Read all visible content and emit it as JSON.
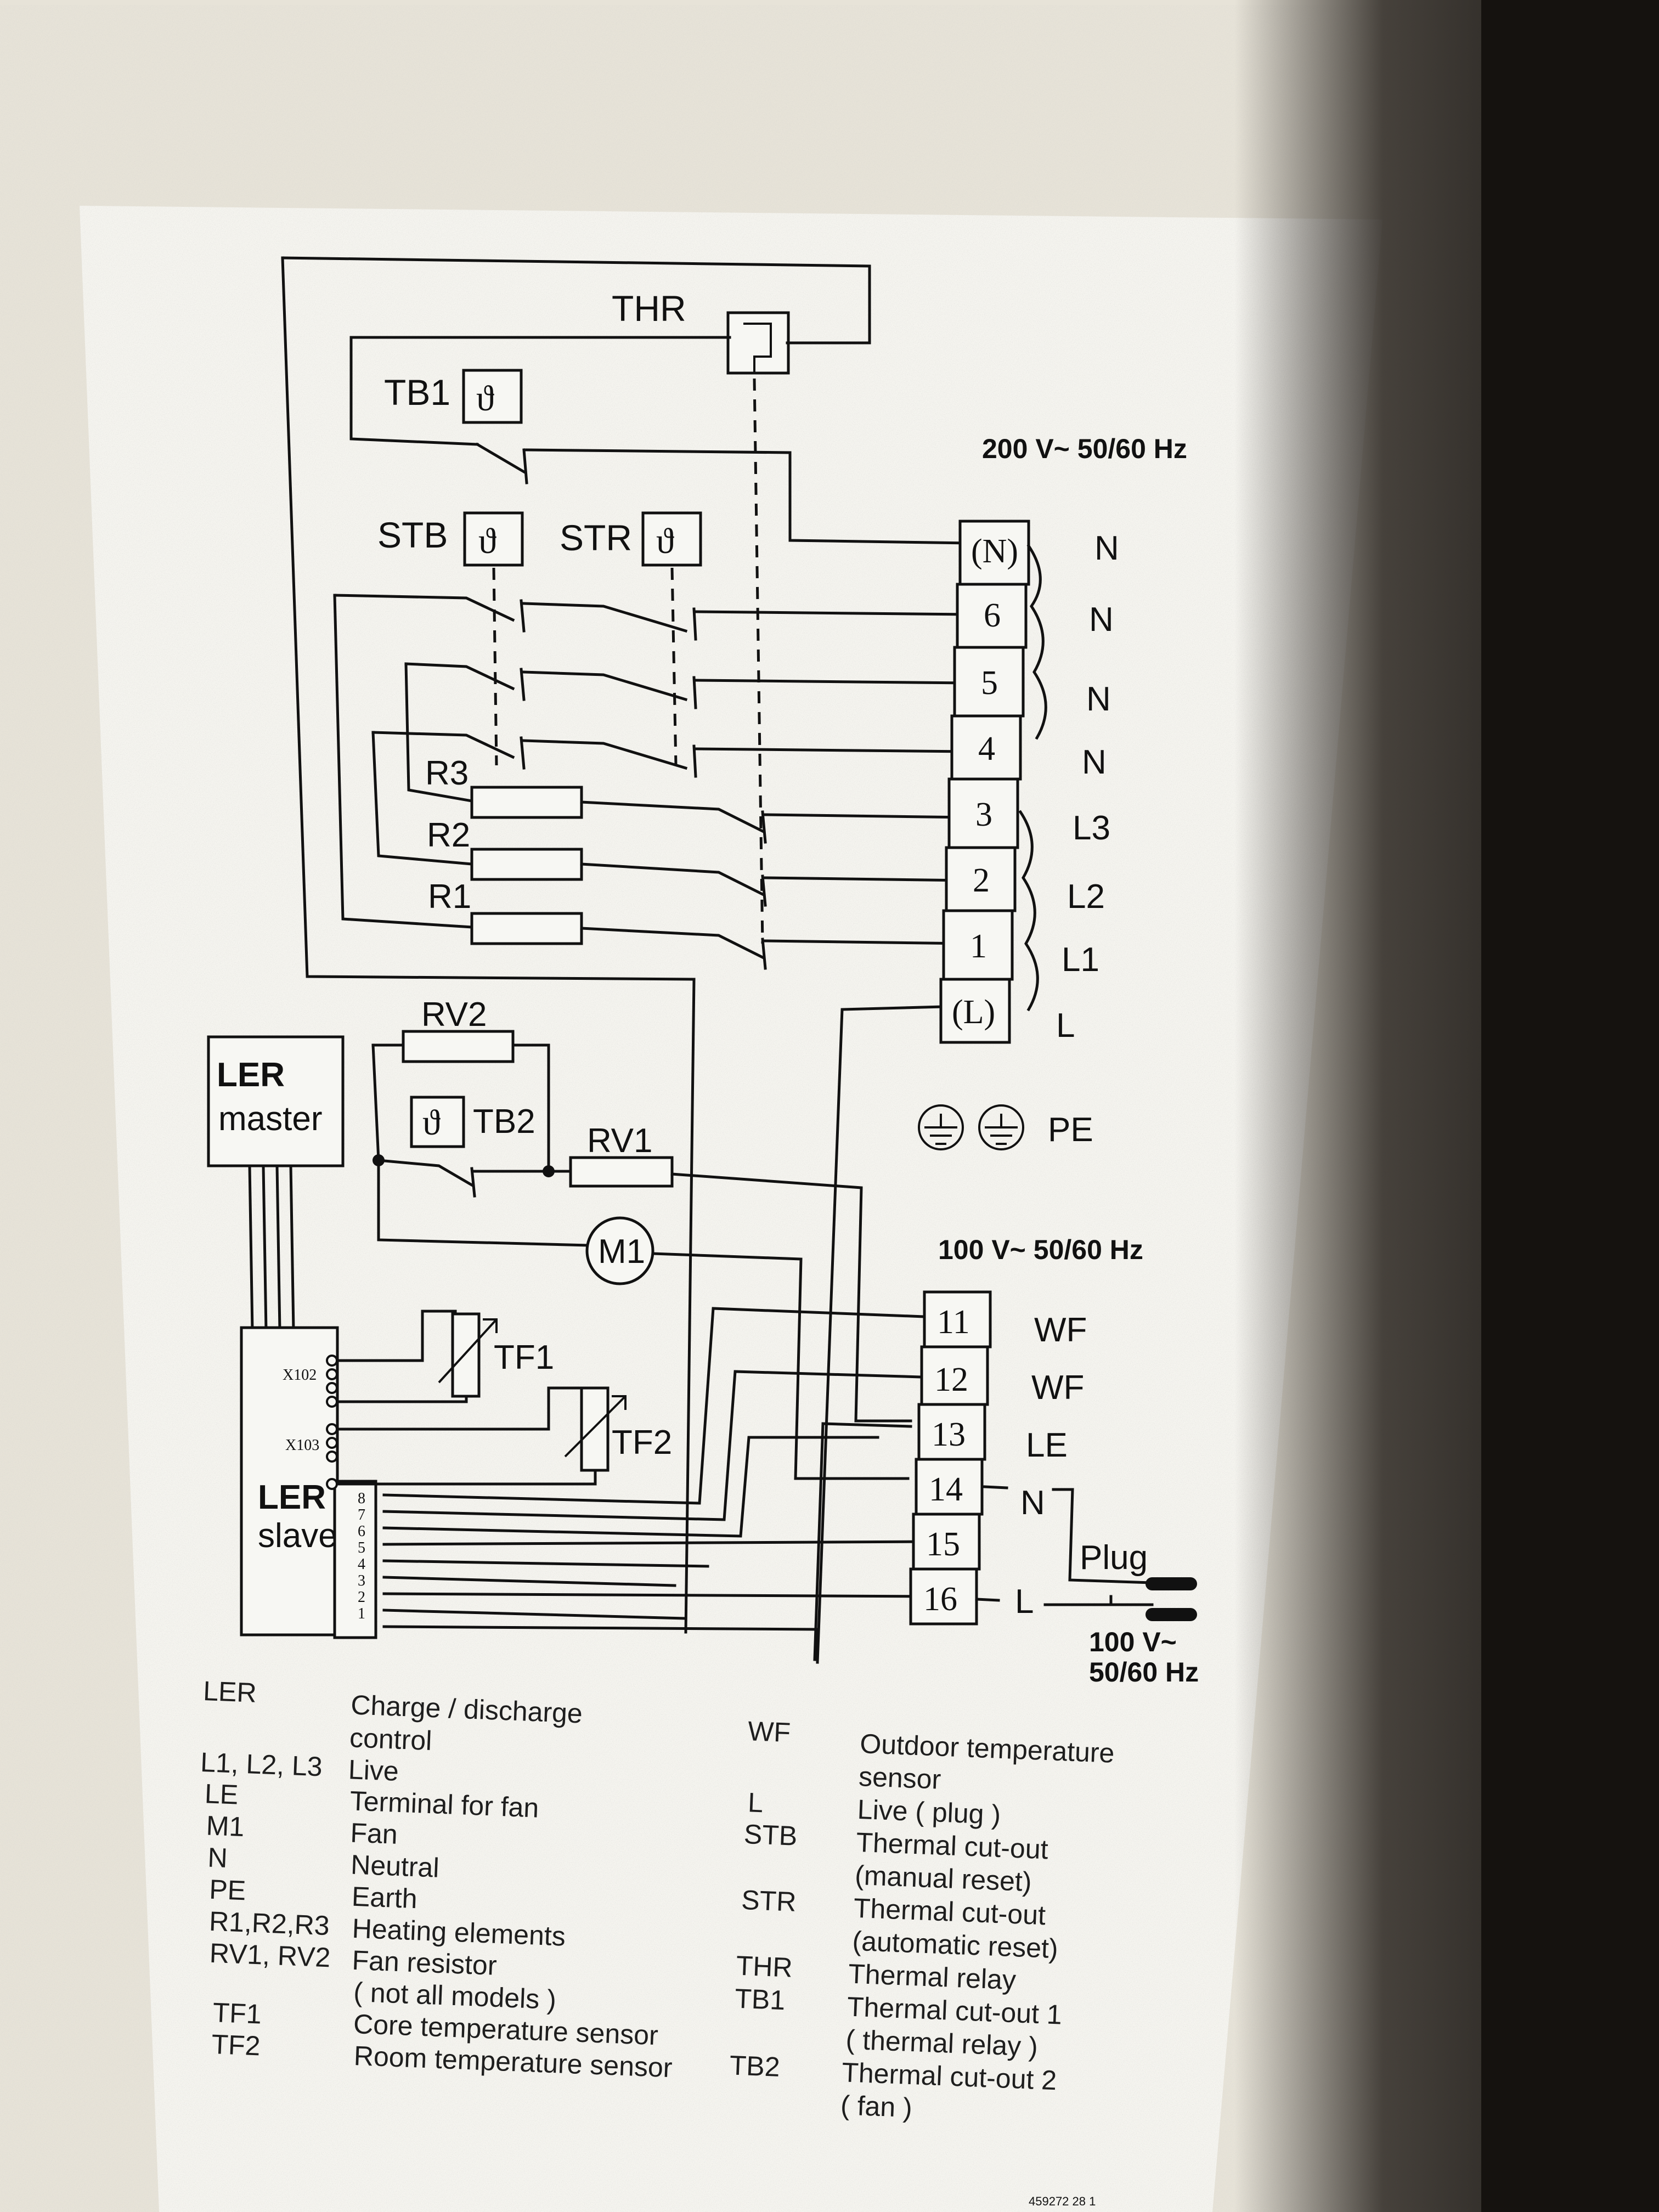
{
  "diagram": {
    "components": {
      "thr": "THR",
      "tb1": "TB1",
      "stb": "STB",
      "str": "STR",
      "r3": "R3",
      "r2": "R2",
      "r1": "R1",
      "rv2": "RV2",
      "rv1": "RV1",
      "tb2": "TB2",
      "m1": "M1",
      "tf1": "TF1",
      "tf2": "TF2",
      "ler_master_1": "LER",
      "ler_master_2": "master",
      "ler_slave_1": "LER",
      "ler_slave_2": "slave",
      "x102": "X102",
      "x103": "X103",
      "thermostat_symbol": "ϑ",
      "pins": [
        "8",
        "7",
        "6",
        "5",
        "4",
        "3",
        "2",
        "1"
      ]
    },
    "supply_top": "200 V~ 50/60 Hz",
    "supply_mid": "100 V~ 50/60 Hz",
    "supply_plug_1": "100 V~",
    "supply_plug_2": "50/60 Hz",
    "plug_label": "Plug",
    "pe_label": "PE",
    "terminal_block_1": [
      {
        "num": "(N)",
        "label": "N"
      },
      {
        "num": "6",
        "label": "N"
      },
      {
        "num": "5",
        "label": "N"
      },
      {
        "num": "4",
        "label": "N"
      },
      {
        "num": "3",
        "label": "L3"
      },
      {
        "num": "2",
        "label": "L2"
      },
      {
        "num": "1",
        "label": "L1"
      },
      {
        "num": "(L)",
        "label": "L"
      }
    ],
    "terminal_block_2": [
      {
        "num": "11",
        "label": "WF"
      },
      {
        "num": "12",
        "label": "WF"
      },
      {
        "num": "13",
        "label": "LE"
      },
      {
        "num": "14",
        "label": "N"
      },
      {
        "num": "15",
        "label": ""
      },
      {
        "num": "16",
        "label": "L"
      }
    ],
    "part_number": "459272 28 1"
  },
  "legend_left": [
    {
      "code": "LER",
      "desc": [
        "Charge / discharge",
        "control"
      ]
    },
    {
      "code": "L1, L2, L3",
      "desc": [
        "Live"
      ]
    },
    {
      "code": "LE",
      "desc": [
        "Terminal for fan"
      ]
    },
    {
      "code": "M1",
      "desc": [
        "Fan"
      ]
    },
    {
      "code": "N",
      "desc": [
        "Neutral"
      ]
    },
    {
      "code": "PE",
      "desc": [
        "Earth"
      ]
    },
    {
      "code": "R1,R2,R3",
      "desc": [
        "Heating elements"
      ]
    },
    {
      "code": "RV1, RV2",
      "desc": [
        "Fan resistor",
        "( not all models )"
      ]
    },
    {
      "code": "TF1",
      "desc": [
        "Core temperature sensor"
      ]
    },
    {
      "code": "TF2",
      "desc": [
        "Room temperature sensor"
      ]
    }
  ],
  "legend_right": [
    {
      "code": "WF",
      "desc": [
        "Outdoor temperature",
        "sensor"
      ]
    },
    {
      "code": "L",
      "desc": [
        "Live  ( plug )"
      ]
    },
    {
      "code": "STB",
      "desc": [
        "Thermal cut-out",
        "(manual reset)"
      ]
    },
    {
      "code": "STR",
      "desc": [
        "Thermal cut-out",
        "(automatic reset)"
      ]
    },
    {
      "code": "THR",
      "desc": [
        "Thermal relay"
      ]
    },
    {
      "code": "TB1",
      "desc": [
        "Thermal cut-out 1",
        "( thermal relay )"
      ]
    },
    {
      "code": "TB2",
      "desc": [
        "Thermal cut-out 2",
        "( fan )"
      ]
    }
  ]
}
